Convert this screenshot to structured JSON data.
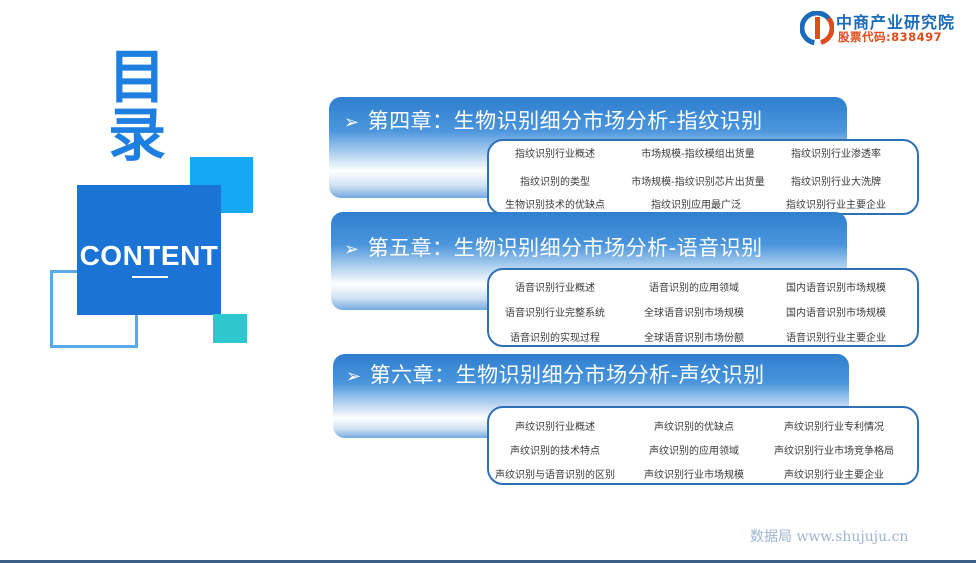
{
  "logo": {
    "name": "中商产业研究院",
    "sub": "股票代码:838497",
    "colors": {
      "blue": "#1c6bb9",
      "orange": "#e04c1c"
    }
  },
  "header": {
    "title": "目录",
    "subtitle": "CONTENT"
  },
  "chapters": [
    {
      "title": "第四章：生物识别细分市场分析-指纹识别",
      "items": [
        "指纹识别行业概述",
        "市场规模-指纹模组出货量",
        "指纹识别行业渗透率",
        "指纹识别的类型",
        "市场规模-指纹识别芯片出货量",
        "指纹识别行业大洗牌",
        "生物识别技术的优缺点",
        "指纹识别应用最广泛",
        "指纹识别行业主要企业"
      ]
    },
    {
      "title": "第五章：生物识别细分市场分析-语音识别",
      "items": [
        "语音识别行业概述",
        "语音识别的应用领域",
        "国内语音识别市场规模",
        "语音识别行业完整系统",
        "全球语音识别市场规模",
        "国内语音识别市场规模",
        "语音识别的实现过程",
        "全球语音识别市场份额",
        "语音识别行业主要企业"
      ]
    },
    {
      "title": "第六章：生物识别细分市场分析-声纹识别",
      "items": [
        "声纹识别行业概述",
        "声纹识别的优缺点",
        "声纹识别行业专利情况",
        "声纹识别的技术特点",
        "声纹识别的应用领域",
        "声纹识别行业市场竞争格局",
        "声纹识别与语音识别的区别",
        "声纹识别行业市场规模",
        "声纹识别行业主要企业"
      ]
    }
  ],
  "watermark": "数据局 www.shujuju.cn",
  "colors": {
    "accent": "#1a73d5",
    "cyan": "#16a8f1",
    "teal": "#2ec7cf",
    "chapter_blue": "#2f7fcf"
  }
}
